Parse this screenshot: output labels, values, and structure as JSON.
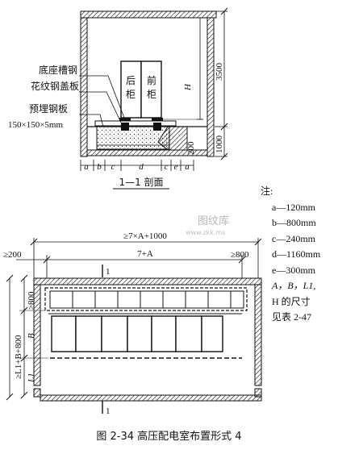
{
  "section": {
    "labels": {
      "channel_steel": "底座槽钢",
      "checker_plate": "花纹钢盖板",
      "embedded_plate": "预埋钢板",
      "embedded_plate_size": "150×150×5mm"
    },
    "cabinets": {
      "rear_1": "后",
      "rear_2": "柜",
      "front_1": "前",
      "front_2": "柜"
    },
    "dims": {
      "h3500": "3500",
      "h1000": "1000",
      "h200": "200",
      "H": "H"
    },
    "bottom_dims": [
      "a",
      "b",
      "c",
      "d",
      "c",
      "e",
      "a"
    ],
    "title": "1—1 剖面"
  },
  "notes": {
    "title": "注:",
    "lines": [
      "a—120mm",
      "b—800mm",
      "c—240mm",
      "d—1160mm",
      "e—300mm",
      "A，B，L1,",
      "H 的尺寸",
      "见表 2-47"
    ]
  },
  "plan": {
    "dim_total": "≥7×A+1000",
    "dim_inner": "7+A",
    "dim_left": "≥200",
    "dim_right": "≥800",
    "dim_v_total": "≥L1+B+800",
    "dim_v_800": "≥800",
    "dim_v_B": "B",
    "dim_v_L1": "L1",
    "section_mark_top": "1",
    "section_mark_bottom": "1"
  },
  "watermark": {
    "line1": "图纹库",
    "line2": "www.zkk.ms"
  },
  "caption": "图 2-34    高压配电室布置形式 4"
}
